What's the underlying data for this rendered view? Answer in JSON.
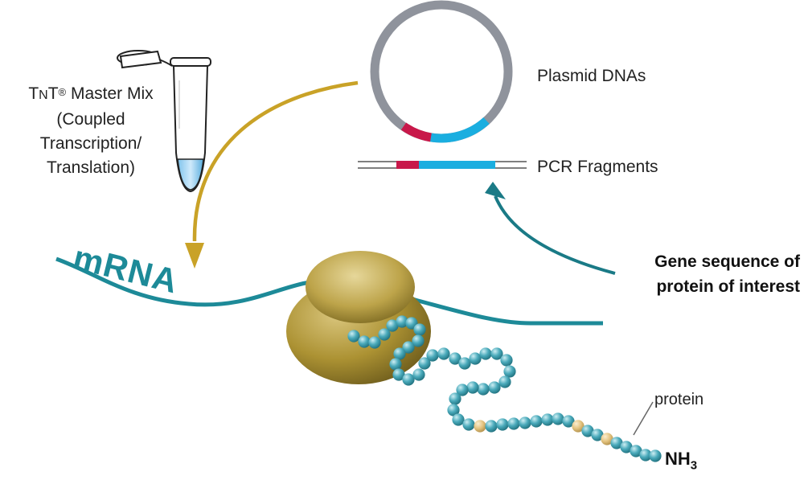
{
  "labels": {
    "tnt_prefix_T": "T",
    "tnt_prefix_N": "N",
    "tnt_T2": "T",
    "tnt_reg": "®",
    "tnt_line1_rest": " Master Mix",
    "tnt_line2": "(Coupled",
    "tnt_line3": "Transcription/",
    "tnt_line4": "Translation)",
    "plasmid": "Plasmid DNAs",
    "pcr": "PCR Fragments",
    "gene_line1": "Gene sequence of",
    "gene_line2": "protein of interest",
    "mrna": "mRNA",
    "protein": "protein",
    "nh3_main": "NH",
    "nh3_sub": "3"
  },
  "colors": {
    "gold_arrow": "#c9a227",
    "teal": "#1d8a98",
    "plasmid_ring": "#8f939c",
    "insert_red": "#c8184a",
    "insert_blue": "#1aaee0",
    "ribosome": "#b59a3a",
    "bead": "#4aaabb",
    "bead_highlight": "#e8c98a"
  }
}
